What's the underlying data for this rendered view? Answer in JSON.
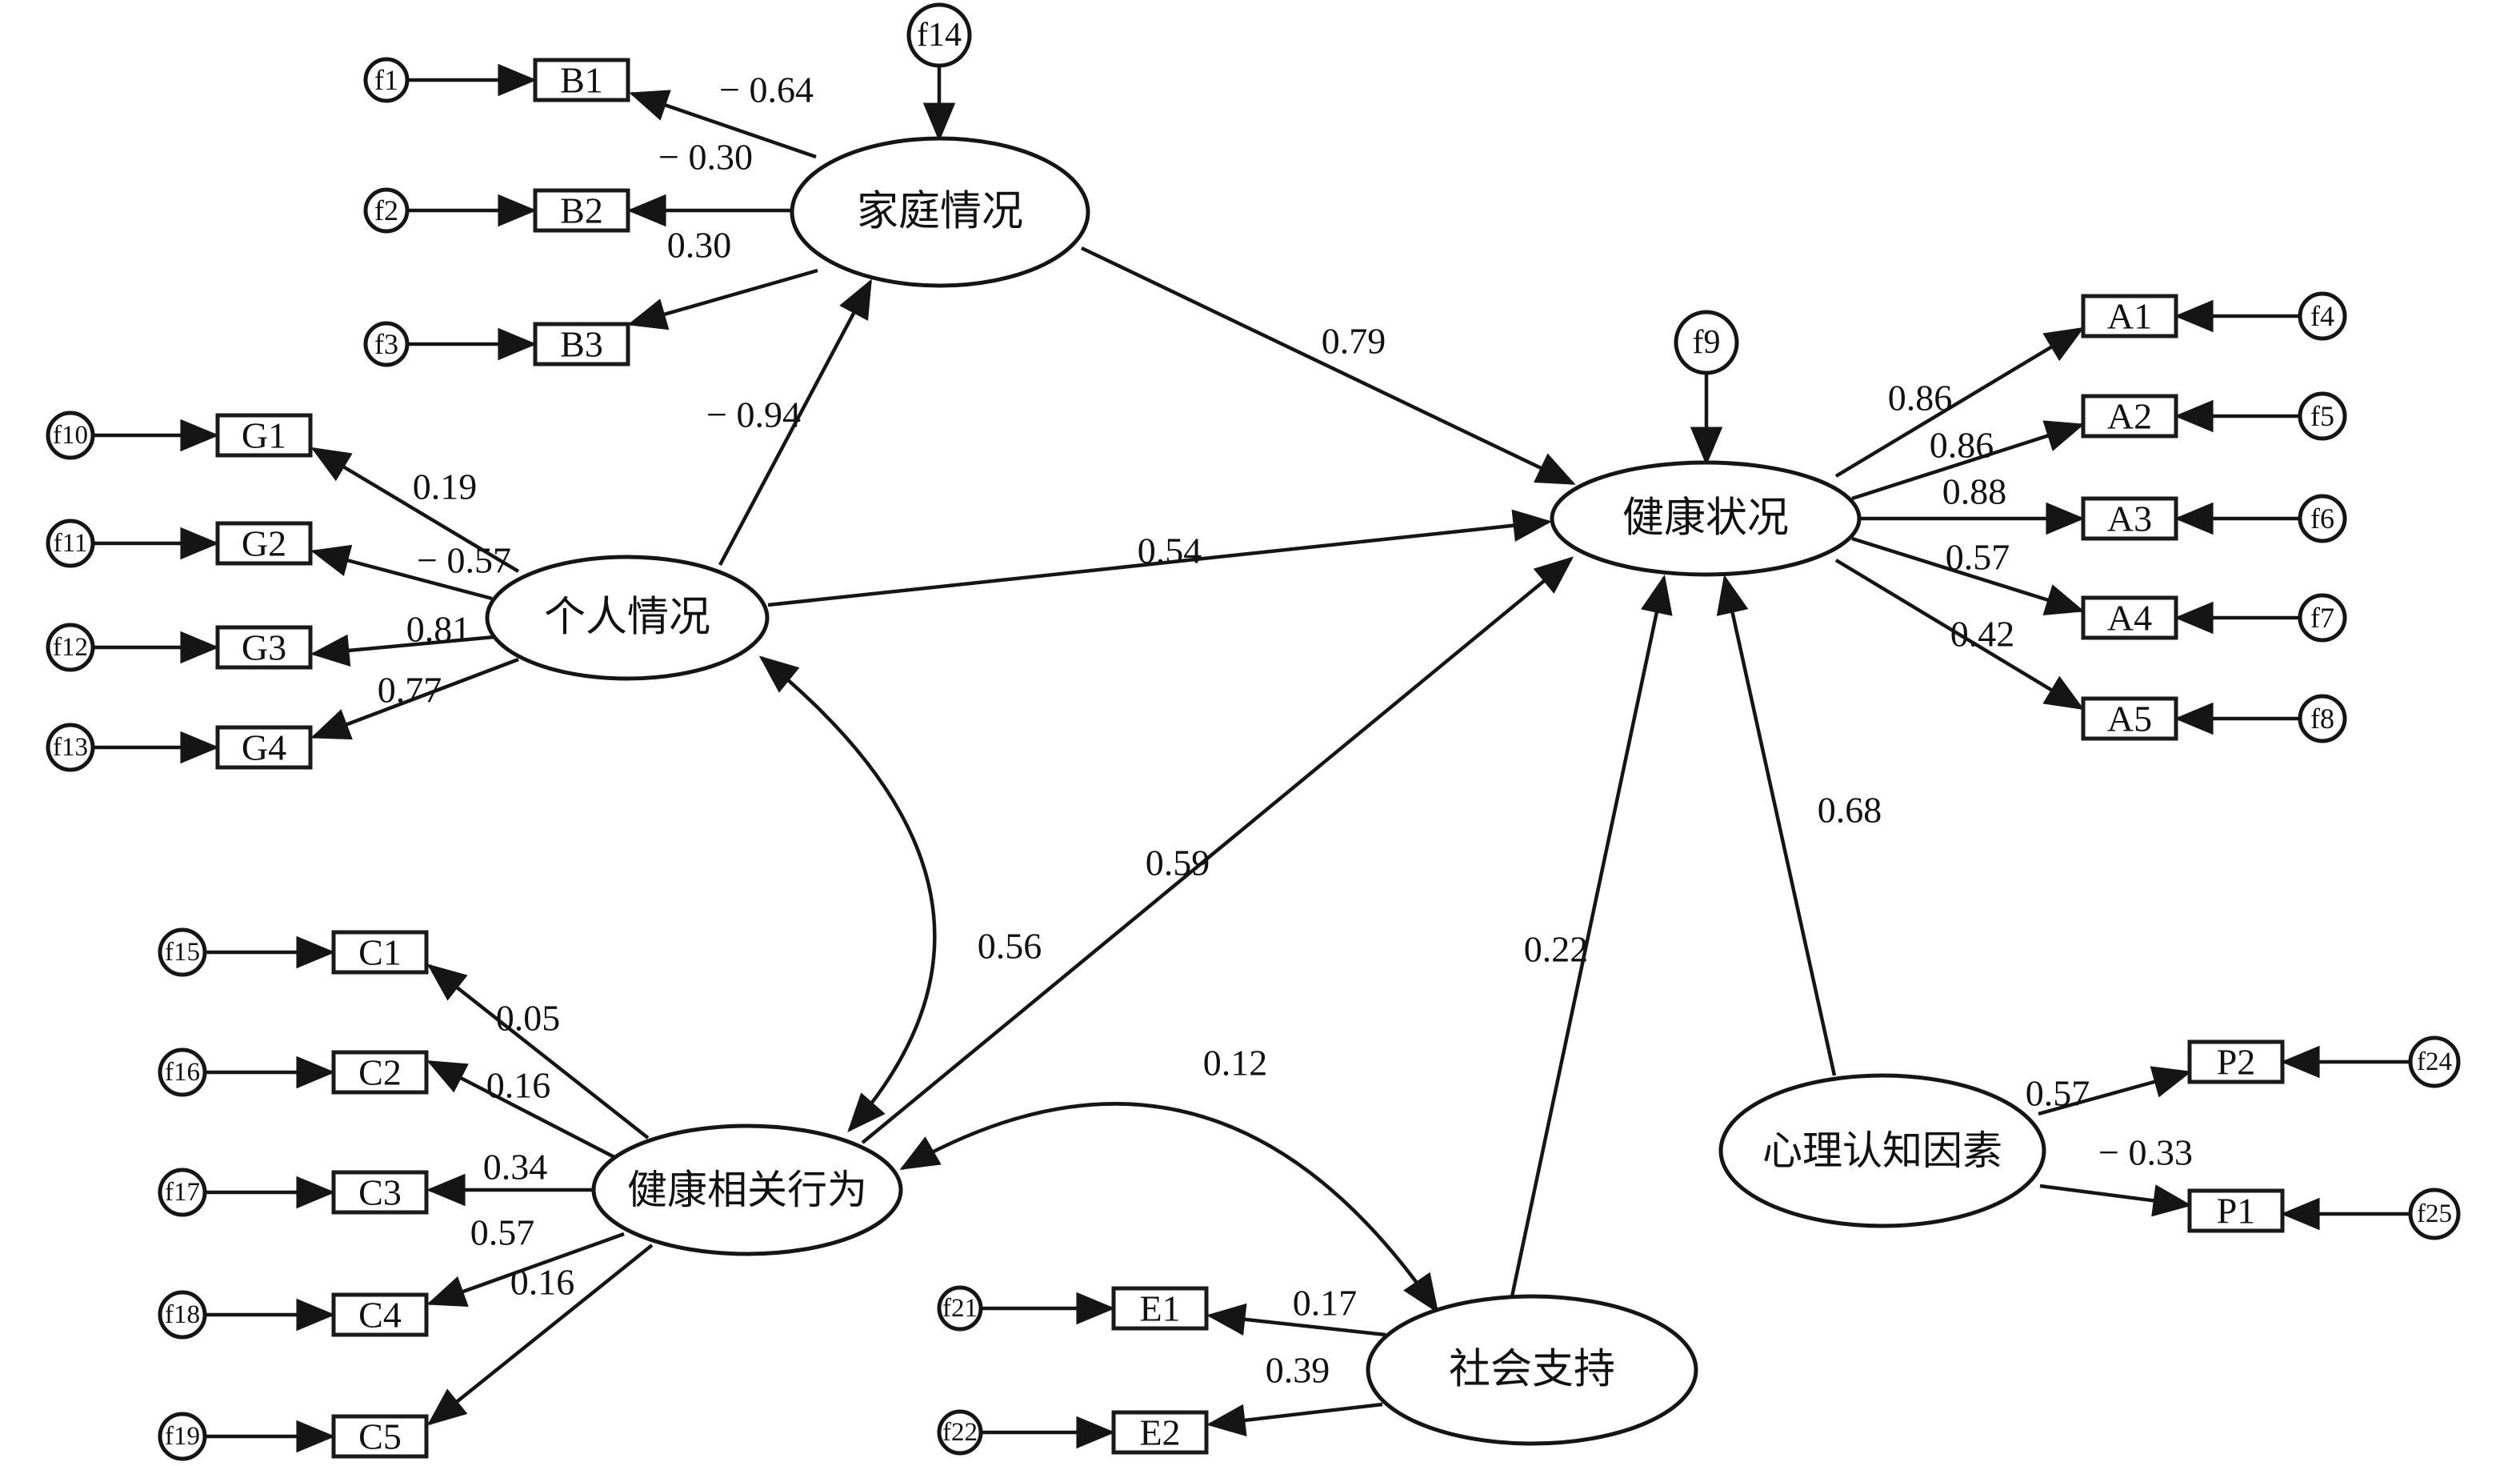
{
  "latents": {
    "family": "家庭情况",
    "personal": "个人情况",
    "health": "健康状况",
    "behavior": "健康相关行为",
    "social": "社会支持",
    "psych": "心理认知因素"
  },
  "boxes": {
    "B1": "B1",
    "B2": "B2",
    "B3": "B3",
    "G1": "G1",
    "G2": "G2",
    "G3": "G3",
    "G4": "G4",
    "A1": "A1",
    "A2": "A2",
    "A3": "A3",
    "A4": "A4",
    "A5": "A5",
    "C1": "C1",
    "C2": "C2",
    "C3": "C3",
    "C4": "C4",
    "C5": "C5",
    "E1": "E1",
    "E2": "E2",
    "P1": "P1",
    "P2": "P2"
  },
  "errors": {
    "f1": "f1",
    "f2": "f2",
    "f3": "f3",
    "f4": "f4",
    "f5": "f5",
    "f6": "f6",
    "f7": "f7",
    "f8": "f8",
    "f9": "f9",
    "f10": "f10",
    "f11": "f11",
    "f12": "f12",
    "f13": "f13",
    "f14": "f14",
    "f15": "f15",
    "f16": "f16",
    "f17": "f17",
    "f18": "f18",
    "f19": "f19",
    "f21": "f21",
    "f22": "f22",
    "f24": "f24",
    "f25": "f25"
  },
  "loadings": {
    "B1": "− 0.64",
    "B2": "− 0.30",
    "B3": "0.30",
    "G1": "0.19",
    "G2": "− 0.57",
    "G3": "0.81",
    "G4": "0.77",
    "A1": "0.86",
    "A2": "0.86",
    "A3": "0.88",
    "A4": "0.57",
    "A5": "0.42",
    "C1": "0.05",
    "C2": "0.16",
    "C3": "0.34",
    "C4": "0.57",
    "C5": "0.16",
    "E1": "0.17",
    "E2": "0.39",
    "P2": "0.57",
    "P1": "− 0.33"
  },
  "paths": {
    "personal_family": "− 0.94",
    "family_health": "0.79",
    "personal_health": "0.54",
    "behavior_health": "0.59",
    "social_health": "0.22",
    "psych_health": "0.68"
  },
  "covariances": {
    "personal_behavior": "0.56",
    "behavior_social": "0.12"
  }
}
